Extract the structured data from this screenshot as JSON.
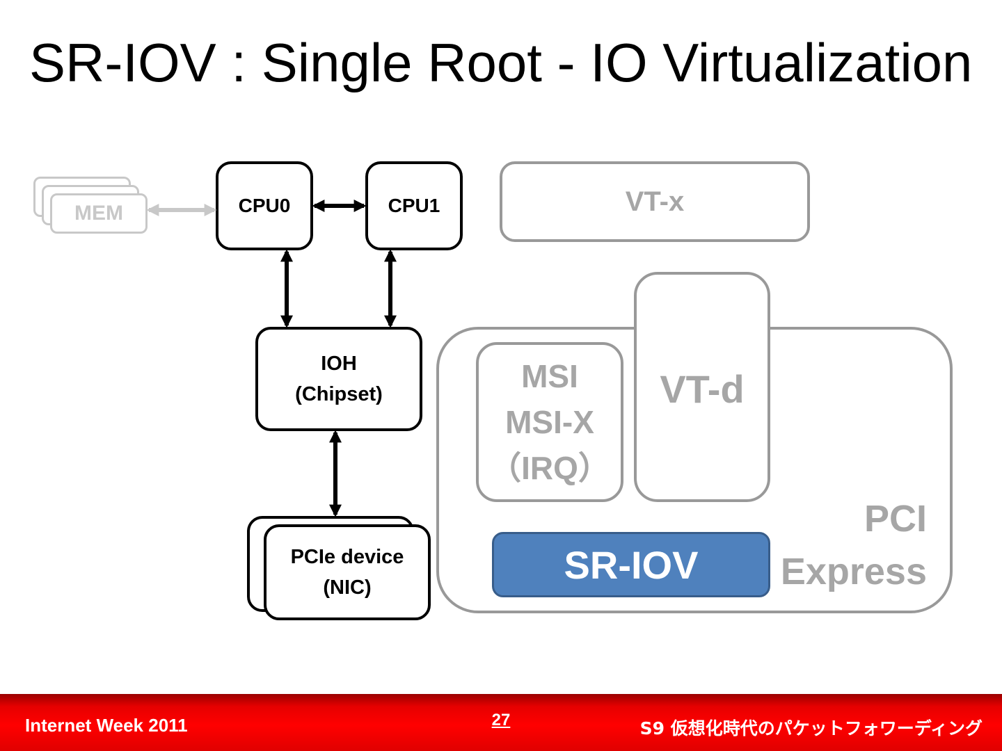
{
  "slide": {
    "title": "SR-IOV : Single Root - IO Virtualization"
  },
  "diagram": {
    "mem": "MEM",
    "cpu0": "CPU0",
    "cpu1": "CPU1",
    "ioh": "IOH\n(Chipset)",
    "pcie_device": "PCIe device\n(NIC)",
    "vtx": "VT-x",
    "vtd": "VT-d",
    "msi": "MSI\nMSI-X\n（IRQ）",
    "pci_express": "PCI\nExpress",
    "sriov": "SR-IOV"
  },
  "footer": {
    "event": "Internet Week 2011",
    "page": "27",
    "session": "S9 仮想化時代のパケットフォワーディング"
  },
  "colors": {
    "sriov_fill": "#4f81bd",
    "footer_red": "#ff0000",
    "gray_text": "#a6a6a6"
  }
}
